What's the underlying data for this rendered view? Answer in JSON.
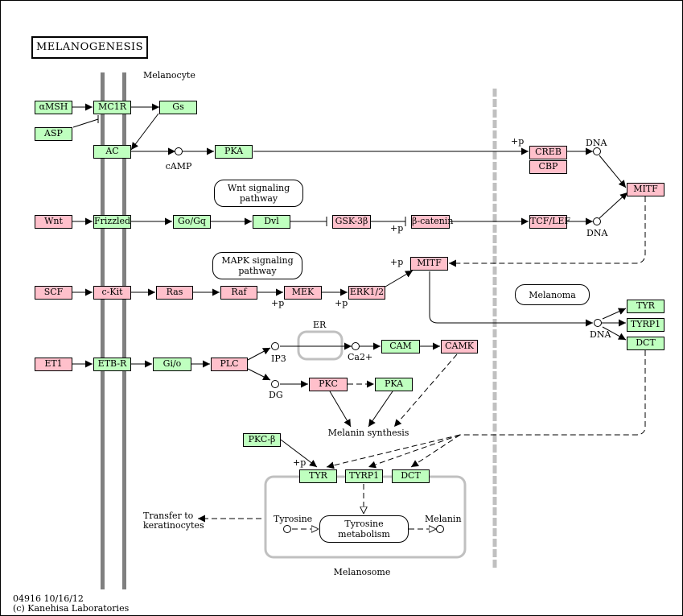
{
  "title": "MELANOGENESIS",
  "labels": {
    "melanocyte": "Melanocyte",
    "melanoma": "Melanoma",
    "melanosome": "Melanosome",
    "camp": "cAMP",
    "er": "ER",
    "ip3": "IP3",
    "dg": "DG",
    "ca": "Ca2+",
    "melanin_synthesis": "Melanin synthesis",
    "transfer": "Transfer to\nkeratinocytes",
    "tyrosine": "Tyrosine",
    "melanin": "Melanin",
    "dna_creb": "DNA",
    "dna_tcf": "DNA",
    "dna_tyr": "DNA",
    "plus_p_creb": "+p",
    "plus_p_bcat": "+p",
    "plus_p_mitf": "+p",
    "plus_p_mek": "+p",
    "plus_p_erk": "+p",
    "plus_p_tyr": "+p"
  },
  "pathway_links": {
    "wnt": "Wnt signaling\npathway",
    "mapk": "MAPK signaling\npathway",
    "melanoma": "Melanoma",
    "tyrosine_metabolism": "Tyrosine\nmetabolism"
  },
  "genes": {
    "amsh": "αMSH",
    "mc1r": "MC1R",
    "gs": "Gs",
    "asp": "ASP",
    "ac": "AC",
    "pka1": "PKA",
    "creb": "CREB",
    "cbp": "CBP",
    "mitf1": "MITF",
    "wnt": "Wnt",
    "frizzled": "Frizzled",
    "gogq": "Go/Gq",
    "dvl": "Dvl",
    "gsk3b": "GSK-3β",
    "bcatenin": "β-catenin",
    "tcflef": "TCF/LEF",
    "mitf2": "MITF",
    "scf": "SCF",
    "ckit": "c-Kit",
    "ras": "Ras",
    "raf": "Raf",
    "mek": "MEK",
    "erk": "ERK1/2",
    "et1": "ET1",
    "etbr": "ETB-R",
    "gio": "Gi/o",
    "plc": "PLC",
    "cam": "CAM",
    "camk": "CAMK",
    "pkc1": "PKC",
    "pka2": "PKA",
    "tyr1": "TYR",
    "tyrp1a": "TYRP1",
    "dct1": "DCT",
    "pkcb": "PKC-β",
    "tyr2": "TYR",
    "tyrp1b": "TYRP1",
    "dct2": "DCT"
  },
  "footer": {
    "code": "04916 10/16/12",
    "copyright": "(c) Kanehisa Laboratories"
  },
  "colors": {
    "gene_green": "#bfffbf",
    "gene_pink": "#ffc0cb",
    "membrane": "#808080",
    "nuclear_membrane": "#c0c0c0",
    "compartment": "#c0c0c0"
  }
}
